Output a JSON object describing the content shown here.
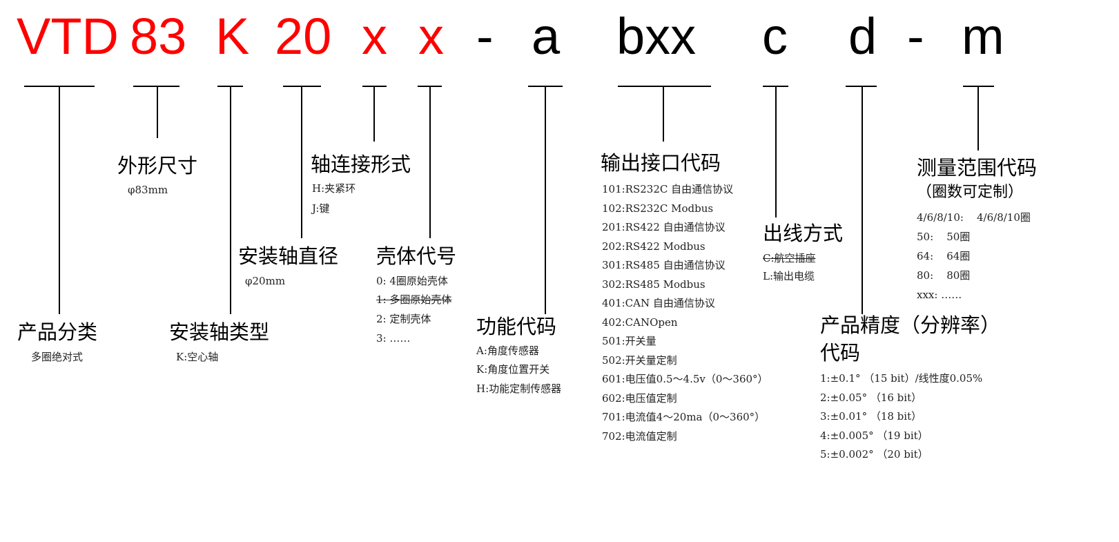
{
  "code": {
    "vtd": "VTD",
    "size": "83",
    "shaft_type": "K",
    "shaft_dia": "20",
    "conn": "x",
    "housing": "x",
    "dash1": "-",
    "func": "a",
    "output": "bxx",
    "outlet": "c",
    "precision": "d",
    "dash2": "-",
    "range": "m"
  },
  "colors": {
    "red": "#ff0000",
    "black": "#000000"
  },
  "category": {
    "title": "产品分类",
    "items": [
      "多圈绝对式"
    ]
  },
  "size": {
    "title": "外形尺寸",
    "items": [
      "φ83mm"
    ]
  },
  "shaft_type": {
    "title": "安装轴类型",
    "items": [
      "K:空心轴"
    ]
  },
  "shaft_dia": {
    "title": "安装轴直径",
    "items": [
      "φ20mm"
    ]
  },
  "conn": {
    "title": "轴连接形式",
    "items": [
      "H:夹紧环",
      "J:键"
    ]
  },
  "housing": {
    "title": "壳体代号",
    "items": [
      "0: 4圈原始壳体",
      "1: 多圈原始壳体",
      "2: 定制壳体",
      "3: ……"
    ]
  },
  "func": {
    "title": "功能代码",
    "items": [
      "A:角度传感器",
      "K:角度位置开关",
      "H:功能定制传感器"
    ]
  },
  "output": {
    "title": "输出接口代码",
    "items": [
      "101:RS232C 自由通信协议",
      "102:RS232C Modbus",
      "201:RS422 自由通信协议",
      "202:RS422 Modbus",
      "301:RS485 自由通信协议",
      "302:RS485 Modbus",
      "401:CAN 自由通信协议",
      "402:CANOpen",
      "501:开关量",
      "502:开关量定制",
      "601:电压值0.5～4.5v（0～360°）",
      "602:电压值定制",
      "701:电流值4～20ma（0～360°）",
      "702:电流值定制"
    ]
  },
  "outlet": {
    "title": "出线方式",
    "items": [
      "C:航空插座",
      "L:输出电缆"
    ]
  },
  "precision": {
    "title": "产品精度（分辨率）",
    "title2": "代码",
    "items": [
      "1:±0.1° （15 bit）/线性度0.05%",
      "2:±0.05° （16 bit）",
      "3:±0.01° （18 bit）",
      "4:±0.005° （19 bit）",
      "5:±0.002° （20 bit）"
    ]
  },
  "range": {
    "title": "测量范围代码",
    "title2": "（圈数可定制）",
    "items": [
      "4/6/8/10:    4/6/8/10圈",
      "50:    50圈",
      "64:    64圈",
      "80:    80圈",
      "xxx: ……"
    ]
  }
}
